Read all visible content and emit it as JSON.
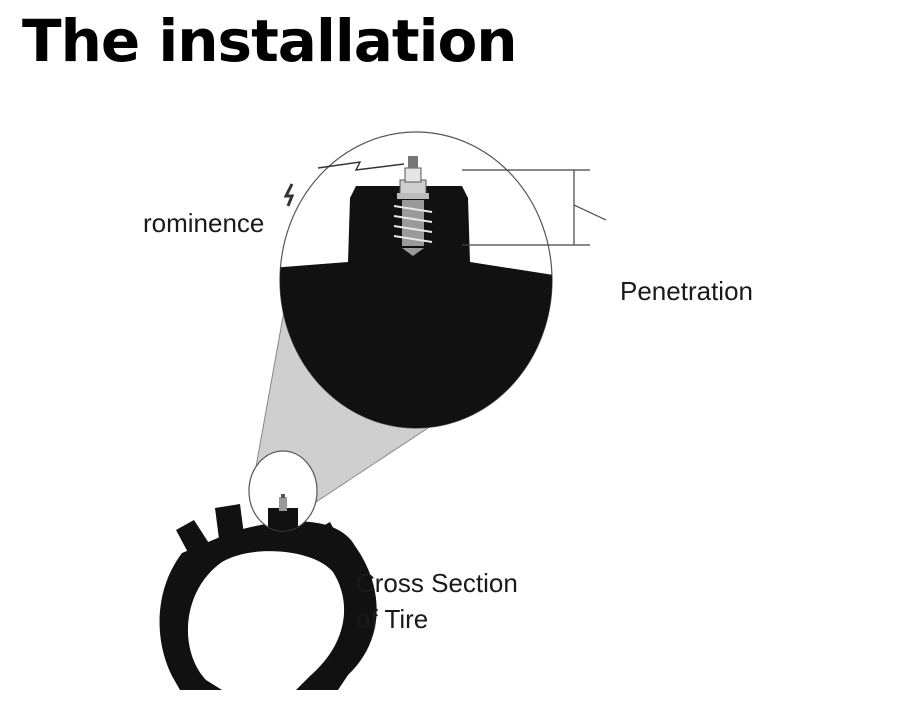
{
  "title": "The installation",
  "labels": {
    "prominence": "rominence",
    "penetration": "Penetration",
    "cross_section_line1": "Cross Section",
    "cross_section_line2": "of Tire"
  },
  "colors": {
    "rubber": "#111111",
    "cone": "#cfcfcf",
    "outline": "#555555",
    "stud": "#9a9a9a",
    "text": "#1a1a1a"
  }
}
